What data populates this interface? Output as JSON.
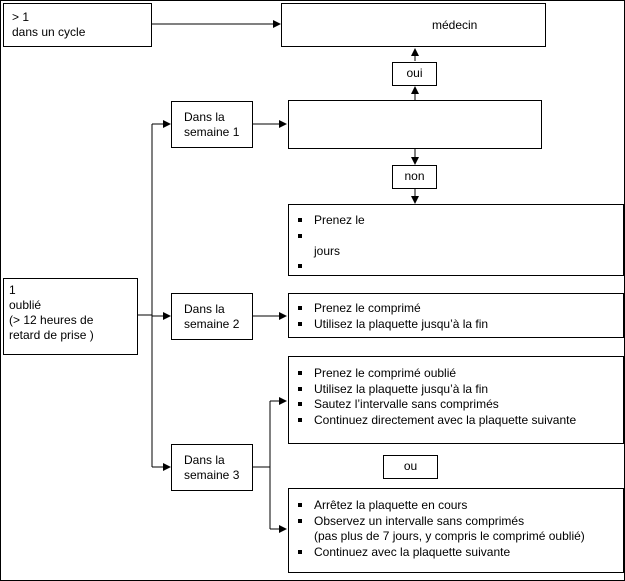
{
  "boxes": {
    "more_than_one": {
      "line1": "> 1",
      "line2": "dans un  cycle"
    },
    "medecin": {
      "label": "médecin"
    },
    "oui": {
      "label": "oui"
    },
    "non": {
      "label": "non"
    },
    "ou": {
      "label": "ou"
    },
    "week1": {
      "line1": "Dans la",
      "line2": "semaine 1"
    },
    "week2": {
      "line1": "Dans la",
      "line2": "semaine 2"
    },
    "week3": {
      "line1": "Dans la",
      "line2": "semaine 3"
    },
    "forgotten": {
      "line1": "1",
      "line2": "oublié",
      "line3": "(> 12 heures de",
      "line4": "retard de prise )"
    },
    "week1_question": {
      "text": ""
    },
    "week1_actions": {
      "item1": "Prenez le",
      "item2": "",
      "item2_cont": "jours",
      "item3": ""
    },
    "week2_actions": {
      "item1": "Prenez le comprimé",
      "item2": "Utilisez la plaquette  jusqu’à la fin"
    },
    "week3_option_a": {
      "item1": "Prenez le comprimé oublié",
      "item2": "Utilisez la plaquette jusqu’à la fin",
      "item3": "Sautez  l’intervalle  sans comprimés",
      "item4": "Continuez  directement avec  la plaquette suivante"
    },
    "week3_option_b": {
      "item1": "Arrêtez la plaquette en cours",
      "item2": "Observez  un  intervalle  sans  comprimés",
      "item2_cont": "(pas plus de 7 jours, y compris le comprimé  oublié)",
      "item3": "Continuez  avec  la plaquette  suivante"
    }
  }
}
